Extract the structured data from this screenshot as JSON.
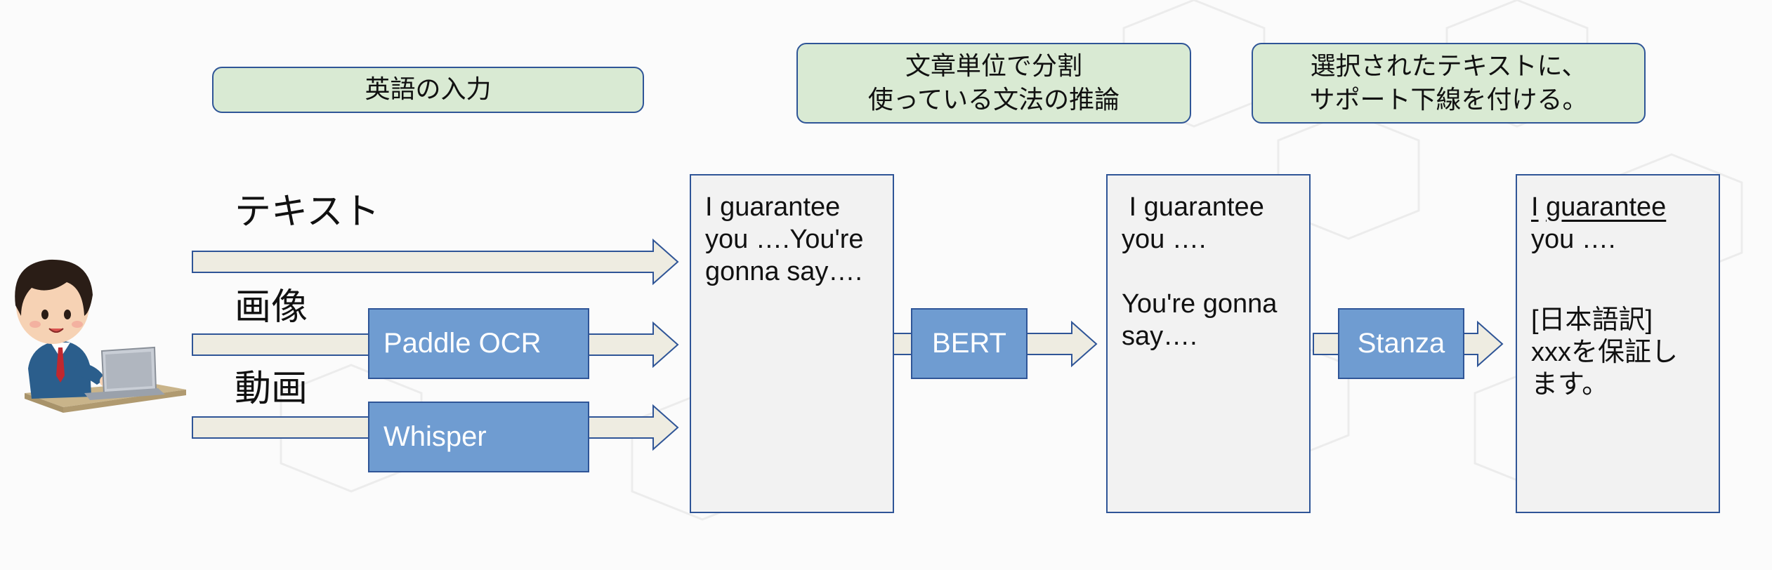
{
  "header_labels": {
    "input": "英語の入力",
    "split": "文章単位で分割\n使っている文法の推論",
    "underline": "選択されたテキストに、\nサポート下線を付ける。"
  },
  "inputs": {
    "text": "テキスト",
    "image": "画像",
    "video": "動画"
  },
  "tools": {
    "ocr": "Paddle OCR",
    "asr": "Whisper",
    "bert": "BERT",
    "stanza": "Stanza"
  },
  "boxes": {
    "input_text": "I guarantee\nyou ….You're\ngonna say….",
    "split_text_1": " I guarantee\nyou ….",
    "split_text_2": "You're gonna\nsay….",
    "out_word_1": "I",
    "out_word_2": "guarantee",
    "out_line_2": "you ….",
    "out_translation": "[日本語訳]\nxxxを保証し\nます。"
  },
  "colors": {
    "header_fill": "#d9ead3",
    "border": "#2f5597",
    "tool_fill": "#6f9cd1",
    "arrow_fill": "#eeece1",
    "box_fill": "#f2f2f2"
  },
  "icons": {
    "user": "person-at-laptop-icon"
  }
}
